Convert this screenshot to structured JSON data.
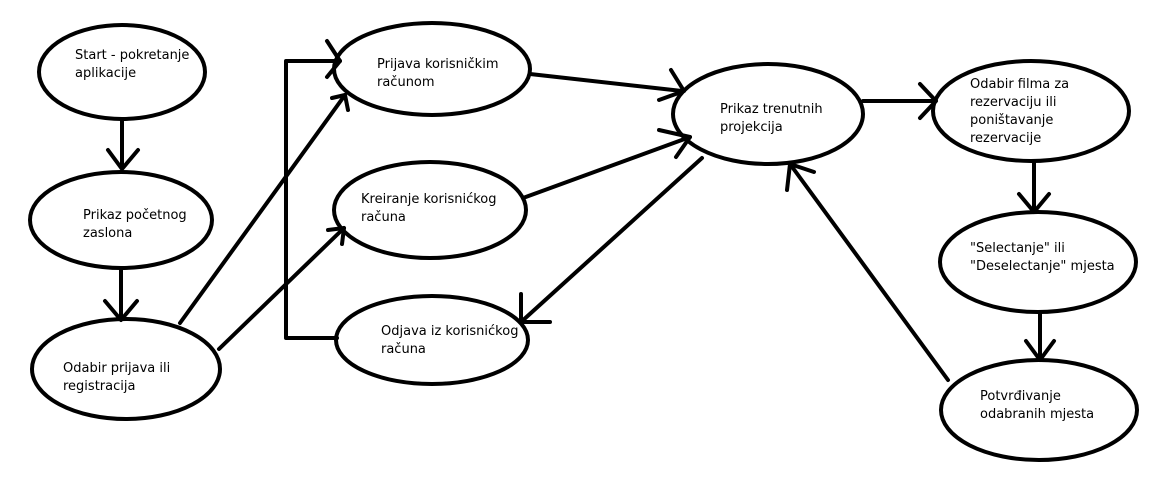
{
  "nodes": [
    {
      "id": "start",
      "label": "Start - pokretanje\naplikacije"
    },
    {
      "id": "home",
      "label": "Prikaz početnog\nzaslona"
    },
    {
      "id": "choose",
      "label": "Odabir prijava ili\nregistracija"
    },
    {
      "id": "login",
      "label": "Prijava korisničkim\nračunom"
    },
    {
      "id": "create",
      "label": "Kreiranje korisnićkog\nračuna"
    },
    {
      "id": "logout",
      "label": "Odjava iz korisnićkog\nračuna"
    },
    {
      "id": "projections",
      "label": "Prikaz trenutnih\nprojekcija"
    },
    {
      "id": "film",
      "label": "Odabir filma za\nrezervaciju ili\nponištavanje\nrezervacije"
    },
    {
      "id": "select",
      "label": "\"Selectanje\" ili\n\"Deselectanje\" mjesta"
    },
    {
      "id": "confirm",
      "label": "Potvrđivanje\nodabranih mjesta"
    }
  ],
  "edges": [
    {
      "from": "start",
      "to": "home"
    },
    {
      "from": "home",
      "to": "choose"
    },
    {
      "from": "choose",
      "to": "login"
    },
    {
      "from": "choose",
      "to": "create"
    },
    {
      "from": "logout",
      "to": "login"
    },
    {
      "from": "login",
      "to": "projections"
    },
    {
      "from": "create",
      "to": "projections"
    },
    {
      "from": "projections",
      "to": "logout"
    },
    {
      "from": "projections",
      "to": "film"
    },
    {
      "from": "film",
      "to": "select"
    },
    {
      "from": "select",
      "to": "confirm"
    },
    {
      "from": "confirm",
      "to": "projections"
    }
  ]
}
